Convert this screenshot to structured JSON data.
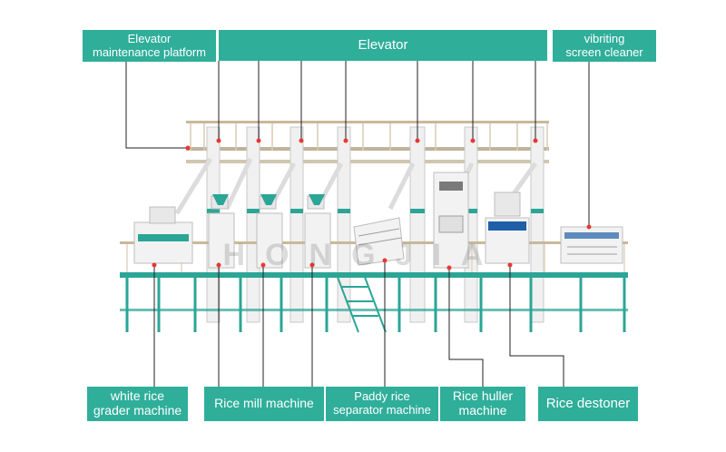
{
  "labels": {
    "elevator_platform": [
      "Elevator",
      "maintenance platform"
    ],
    "elevator": "Elevator",
    "vibrating_cleaner": [
      "vibriting",
      "screen cleaner"
    ],
    "grader": [
      "white rice",
      "grader machine"
    ],
    "rice_mill": "Rice mill machine",
    "paddy_separator": [
      "Paddy rice",
      "separator machine"
    ],
    "huller": [
      "Rice huller",
      "machine"
    ],
    "destoner": "Rice destoner"
  },
  "watermark": "HONGJIA",
  "colors": {
    "label_bg": "#2fae9a",
    "label_text": "#ffffff",
    "leader_line": "#222222",
    "marker": "#e53935",
    "frame_teal": "#2ba596",
    "machine_white": "#f2f2f2",
    "railing": "#c9b89a"
  }
}
